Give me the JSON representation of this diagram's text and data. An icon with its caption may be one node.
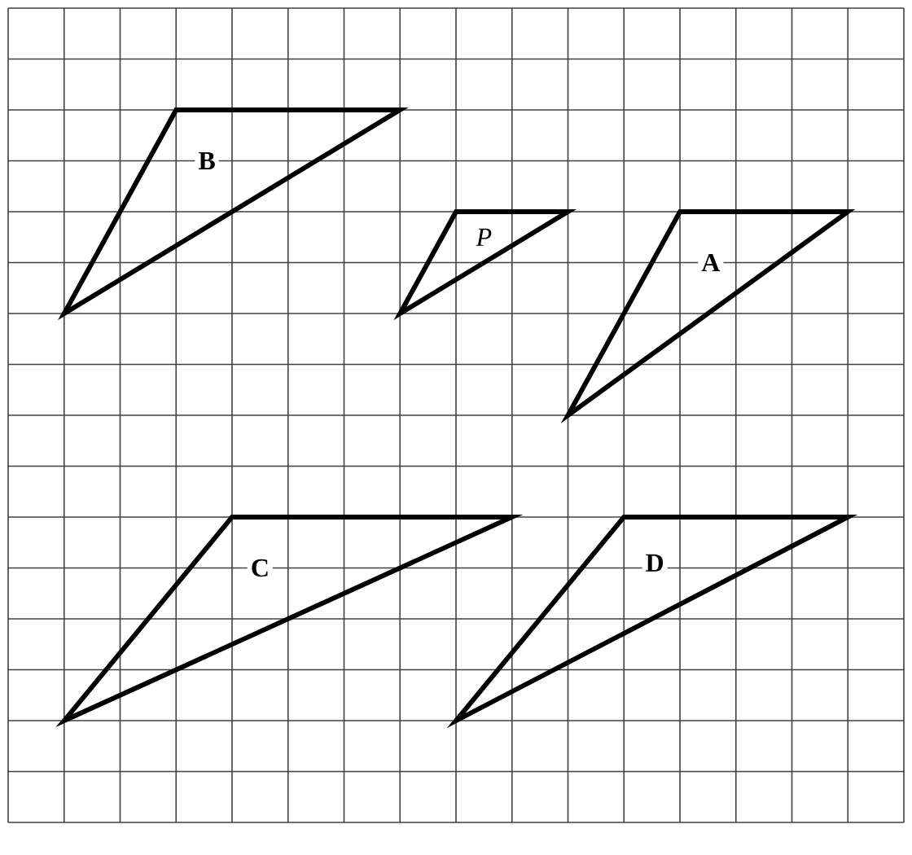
{
  "diagram": {
    "nodes": [
      {
        "text": [
          "B"
        ]
      },
      {
        "text": [
          "P"
        ]
      },
      {
        "text": [
          "A"
        ]
      },
      {
        "text": [
          "C"
        ]
      },
      {
        "text": [
          "D"
        ]
      }
    ]
  }
}
